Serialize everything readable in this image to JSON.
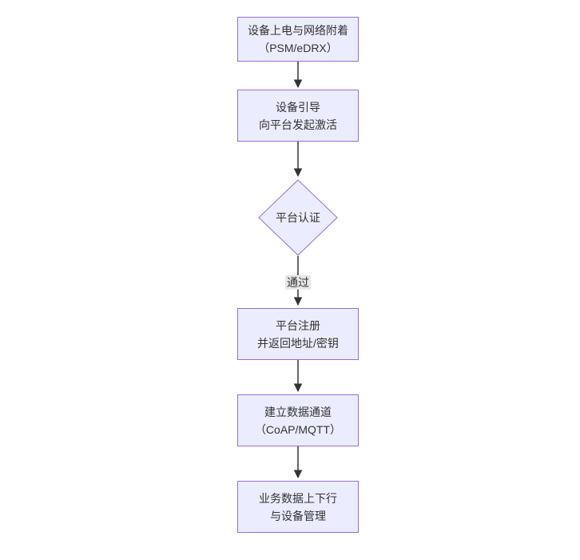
{
  "diagram": {
    "type": "flowchart",
    "direction": "top-down",
    "colors": {
      "node_fill": "#ECECFF",
      "node_border": "#9370DB",
      "edge_color": "#333333",
      "text_color": "#333333",
      "edge_label_bg": "#e8e8e8",
      "background": "#ffffff"
    },
    "nodes": [
      {
        "id": "power-attach",
        "shape": "rect",
        "lines": [
          "设备上电与网络附着",
          "（PSM/eDRX）"
        ]
      },
      {
        "id": "bootstrap",
        "shape": "rect",
        "lines": [
          "设备引导",
          "向平台发起激活"
        ]
      },
      {
        "id": "platform-auth",
        "shape": "diamond",
        "lines": [
          "平台认证"
        ]
      },
      {
        "id": "register",
        "shape": "rect",
        "lines": [
          "平台注册",
          "并返回地址/密钥"
        ]
      },
      {
        "id": "data-channel",
        "shape": "rect",
        "lines": [
          "建立数据通道",
          "（CoAP/MQTT）"
        ]
      },
      {
        "id": "business-data",
        "shape": "rect",
        "lines": [
          "业务数据上下行",
          "与设备管理"
        ]
      }
    ],
    "edges": [
      {
        "from": "power-attach",
        "to": "bootstrap",
        "label": ""
      },
      {
        "from": "bootstrap",
        "to": "platform-auth",
        "label": ""
      },
      {
        "from": "platform-auth",
        "to": "register",
        "label": "通过"
      },
      {
        "from": "register",
        "to": "data-channel",
        "label": ""
      },
      {
        "from": "data-channel",
        "to": "business-data",
        "label": ""
      }
    ]
  }
}
